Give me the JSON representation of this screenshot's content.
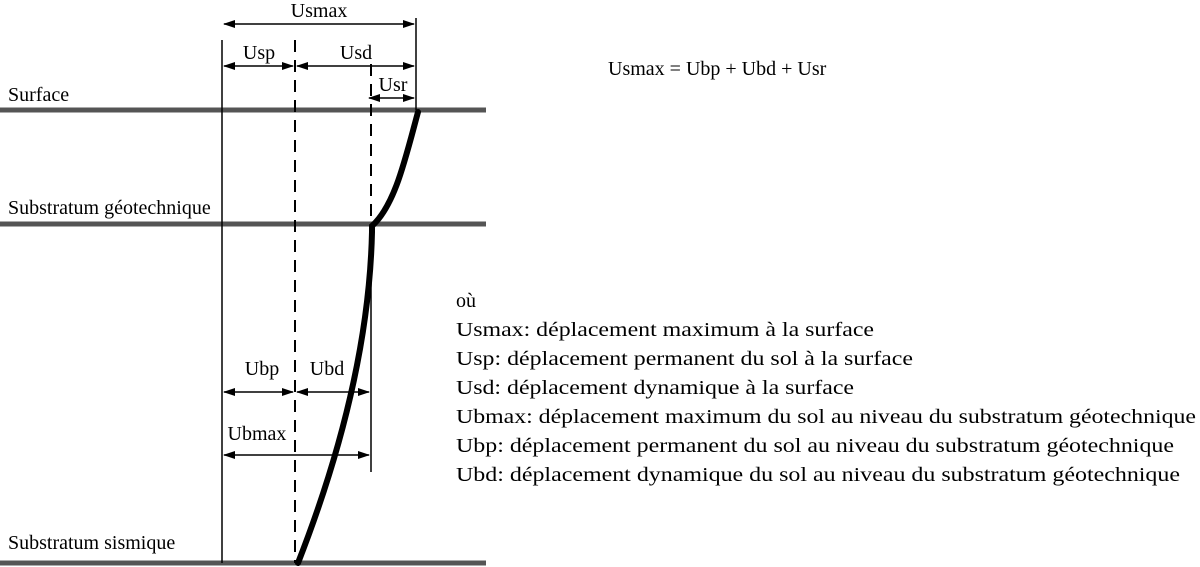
{
  "layers": {
    "surface": "Surface",
    "geotechnical": "Substratum géotechnique",
    "seismic": "Substratum sismique"
  },
  "dimensions": {
    "usmax": "Usmax",
    "usp": "Usp",
    "usd": "Usd",
    "usr": "Usr",
    "ubp": "Ubp",
    "ubd": "Ubd",
    "ubmax": "Ubmax"
  },
  "equation": "Usmax = Ubp + Ubd + Usr",
  "legend": {
    "heading": "où",
    "items": [
      "Usmax: déplacement maximum à la surface",
      "Usp: déplacement permanent du sol à la surface",
      "Usd: déplacement dynamique à la surface",
      "Ubmax: déplacement maximum du sol au niveau du substratum géotechnique",
      "Ubp: déplacement permanent du sol au niveau du substratum géotechnique",
      "Ubd: déplacement dynamique du sol au niveau du substratum géotechnique"
    ]
  },
  "colors": {
    "layer_line": "#555555",
    "ink": "#000000"
  }
}
